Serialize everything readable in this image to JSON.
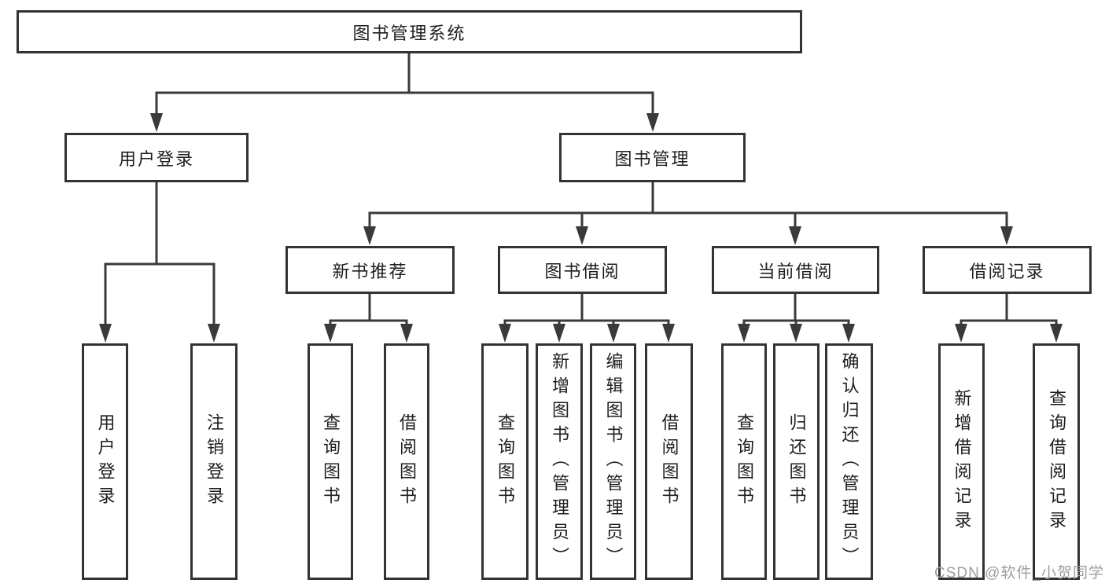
{
  "tree": {
    "label": "图书管理系统",
    "children": [
      {
        "label": "用户登录",
        "children": [
          {
            "label": "用户登录"
          },
          {
            "label": "注销登录"
          }
        ]
      },
      {
        "label": "图书管理",
        "children": [
          {
            "label": "新书推荐",
            "children": [
              {
                "label": "查询图书"
              },
              {
                "label": "借阅图书"
              }
            ]
          },
          {
            "label": "图书借阅",
            "children": [
              {
                "label": "查询图书"
              },
              {
                "label": "新增图书（管理员）"
              },
              {
                "label": "编辑图书（管理员）"
              },
              {
                "label": "借阅图书"
              }
            ]
          },
          {
            "label": "当前借阅",
            "children": [
              {
                "label": "查询图书"
              },
              {
                "label": "归还图书"
              },
              {
                "label": "确认归还（管理员）"
              }
            ]
          },
          {
            "label": "借阅记录",
            "children": [
              {
                "label": "新增借阅记录"
              },
              {
                "label": "查询借阅记录"
              }
            ]
          }
        ]
      }
    ]
  },
  "watermark": {
    "text": "CSDN @软件_小贺同学"
  },
  "colors": {
    "line": "#3a3a3a",
    "border": "#333333",
    "text": "#1e1e1e",
    "watermark": "#9e9e9e",
    "background": "#ffffff"
  }
}
